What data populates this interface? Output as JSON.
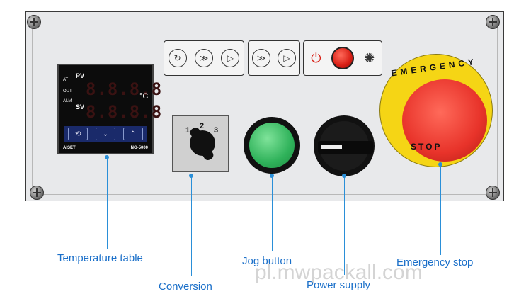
{
  "controller": {
    "pv_label": "PV",
    "sv_label": "SV",
    "at_label": "AT",
    "out_label": "OUT",
    "alm_label": "ALM",
    "pv_digits": "8.8.8.8",
    "sv_digits": "8.8.8.8",
    "unit": "°C",
    "brand": "AISET",
    "model": "NG-5000"
  },
  "selector": {
    "positions": [
      "1",
      "2",
      "3"
    ]
  },
  "estop": {
    "top_text": "EMERGENCY",
    "bottom_text": "STOP"
  },
  "labels": {
    "temperature_table": "Temperature table",
    "conversion": "Conversion",
    "jog_button": "Jog button",
    "power_supply": "Power supply",
    "emergency_stop": "Emergency stop"
  },
  "watermark": "pl.mwpackall.com",
  "colors": {
    "callout": "#2a8fd8",
    "label_text": "#1a6fc9",
    "jog_green": "#2fb25a",
    "estop_red": "#e8332a",
    "estop_yellow": "#f5d515",
    "indicator_red": "#d81e14"
  }
}
